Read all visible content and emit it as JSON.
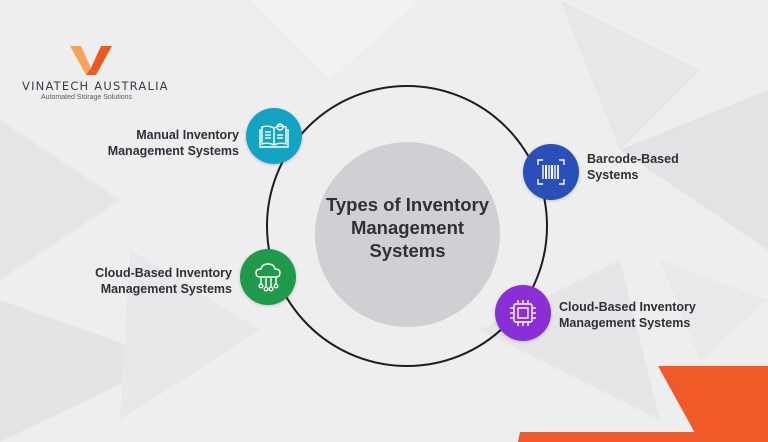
{
  "brand": {
    "name": "VINATECH AUSTRALIA",
    "tagline": "Automated Storage Solutions",
    "colors": {
      "logo_light": "#f7a35c",
      "logo_dark": "#ea5a23",
      "accent_orange": "#ef5a28"
    }
  },
  "diagram": {
    "center_title": "Types of Inventory\nManagement\nSystems",
    "items": [
      {
        "label": "Manual Inventory\nManagement Systems",
        "icon": "manual-book-icon",
        "color": "#13a3c3"
      },
      {
        "label": "Barcode-Based\nSystems",
        "icon": "barcode-icon",
        "color": "#2a4fb8"
      },
      {
        "label": "Cloud-Based Inventory\nManagement Systems",
        "icon": "cloud-network-icon",
        "color": "#1e9a4a"
      },
      {
        "label": "Cloud-Based Inventory\nManagement Systems",
        "icon": "chip-icon",
        "color": "#8a2fd6"
      }
    ]
  }
}
